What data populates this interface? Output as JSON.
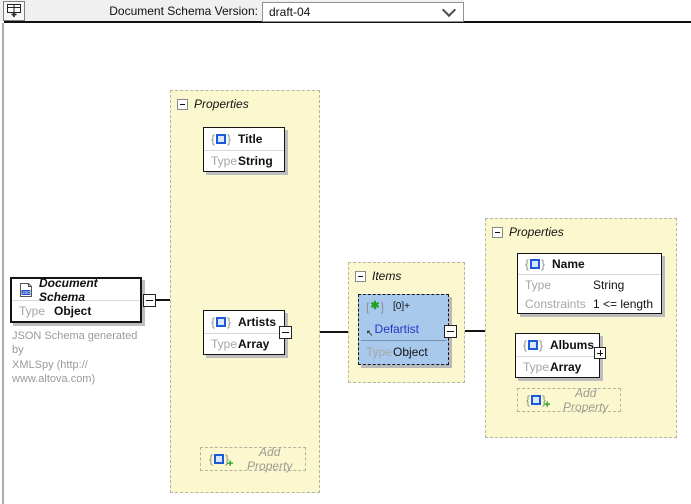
{
  "toolbar": {
    "label": "Document Schema Version:",
    "version_value": "draft-04"
  },
  "containers": {
    "properties_left": {
      "label": "Properties",
      "add_property_label": "Add Property"
    },
    "items": {
      "label": "Items"
    },
    "properties_right": {
      "label": "Properties",
      "add_property_label": "Add Property"
    }
  },
  "nodes": {
    "document_schema": {
      "title": "Document Schema",
      "type_label": "Type",
      "type_value": "Object",
      "caption": "JSON Schema generated by\nXMLSpy (http://\nwww.altova.com)"
    },
    "title_prop": {
      "name": "Title",
      "type_label": "Type",
      "type_value": "String"
    },
    "artists_prop": {
      "name": "Artists",
      "type_label": "Type",
      "type_value": "Array"
    },
    "artist_item": {
      "index_label": "[0]+",
      "def_label": "Def",
      "def_value": "artist",
      "type_label": "Type",
      "type_value": "Object"
    },
    "name_prop": {
      "name": "Name",
      "type_label": "Type",
      "type_value": "String",
      "constraints_label": "Constraints",
      "constraints_value": "1 <= length"
    },
    "albums_prop": {
      "name": "Albums",
      "type_label": "Type",
      "type_value": "Array"
    }
  },
  "colors": {
    "container_yellow": "#fbf8cf",
    "selection_blue": "#a9c9ec",
    "reference_blue": "#2336c8",
    "accent_green": "#1fa11f",
    "icon_blue": "#1c5bd8"
  }
}
